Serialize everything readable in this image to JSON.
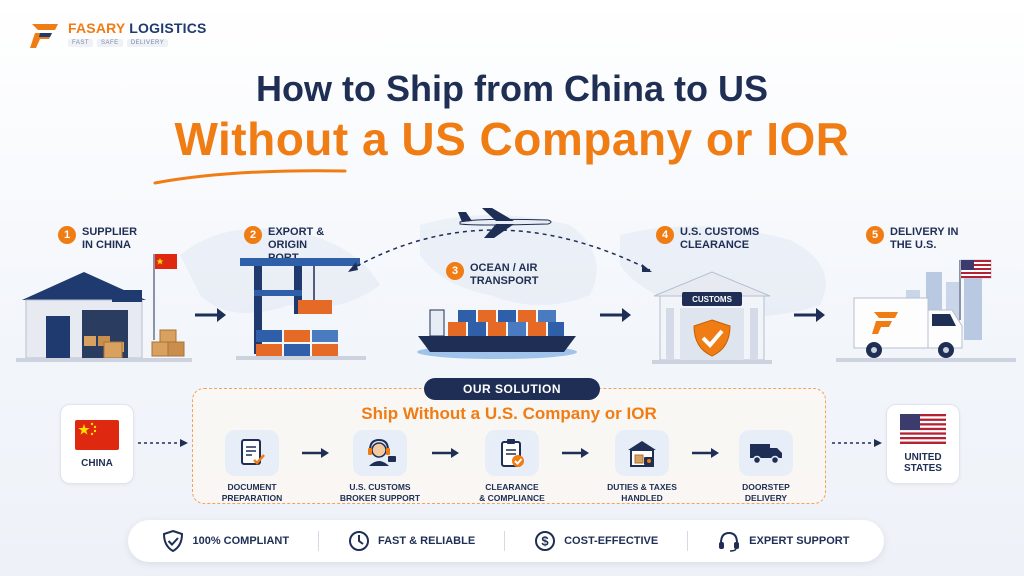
{
  "brand": {
    "name_part1": "FASARY",
    "name_part2": " LOGISTICS",
    "tags": [
      "FAST",
      "SAFE",
      "DELIVERY"
    ]
  },
  "title": {
    "line1": "How to Ship from China to US",
    "line2": "Without a US Company or IOR"
  },
  "steps": [
    {
      "num": "1",
      "label": "SUPPLIER IN CHINA"
    },
    {
      "num": "2",
      "label": "EXPORT & ORIGIN PORT"
    },
    {
      "num": "3",
      "label": "OCEAN / AIR TRANSPORT"
    },
    {
      "num": "4",
      "label": "U.S. CUSTOMS CLEARANCE"
    },
    {
      "num": "5",
      "label": "DELIVERY IN THE U.S."
    }
  ],
  "customs_sign": "CUSTOMS",
  "solution": {
    "pill": "OUR SOLUTION",
    "heading": "Ship Without a U.S. Company or IOR",
    "origin": "CHINA",
    "destination": "UNITED STATES",
    "steps": [
      {
        "label1": "DOCUMENT",
        "label2": "PREPARATION",
        "icon": "document-check-icon"
      },
      {
        "label1": "U.S. CUSTOMS",
        "label2": "BROKER SUPPORT",
        "icon": "headset-agent-icon"
      },
      {
        "label1": "CLEARANCE",
        "label2": "& COMPLIANCE",
        "icon": "clipboard-check-icon"
      },
      {
        "label1": "DUTIES & TAXES",
        "label2": "HANDLED",
        "icon": "warehouse-box-icon"
      },
      {
        "label1": "DOORSTEP",
        "label2": "DELIVERY",
        "icon": "truck-icon"
      }
    ]
  },
  "benefits": [
    {
      "label": "100% COMPLIANT",
      "icon": "shield-check-icon"
    },
    {
      "label": "FAST & RELIABLE",
      "icon": "clock-icon"
    },
    {
      "label": "COST-EFFECTIVE",
      "icon": "dollar-icon"
    },
    {
      "label": "EXPERT SUPPORT",
      "icon": "headset-icon"
    }
  ],
  "colors": {
    "accent": "#f07c14",
    "navy": "#1e2e54",
    "blue": "#2f5fa8"
  }
}
